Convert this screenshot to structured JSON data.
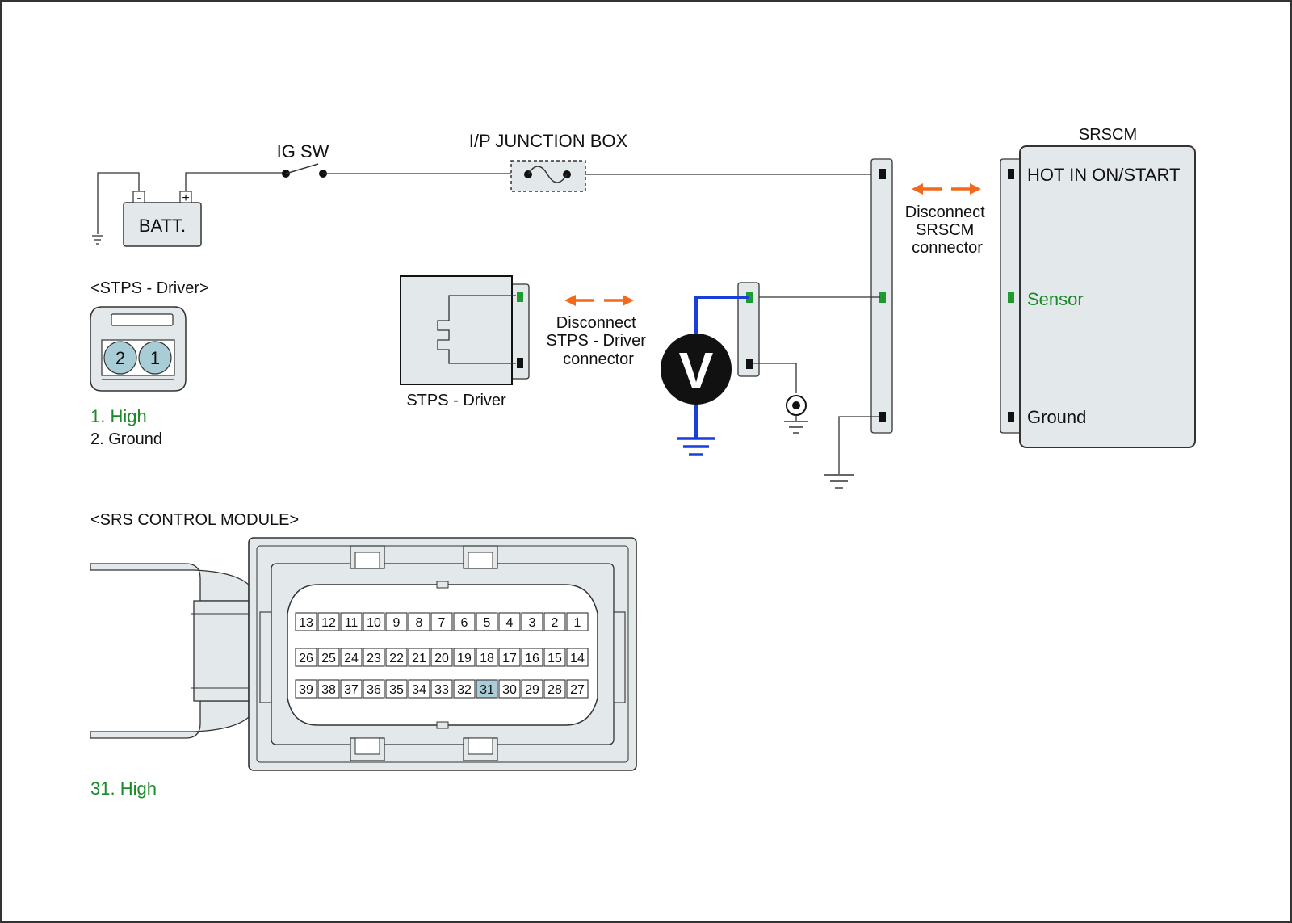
{
  "labels": {
    "ig_sw": "IG SW",
    "junction_box": "I/P JUNCTION BOX",
    "batt": "BATT.",
    "batt_minus": "-",
    "batt_plus": "+",
    "srscm": "SRSCM",
    "disconnect_srscm": [
      "Disconnect",
      "SRSCM",
      "connector"
    ],
    "disconnect_stps": [
      "Disconnect",
      "STPS - Driver",
      "connector"
    ],
    "stps_driver": "STPS - Driver",
    "voltmeter": "V"
  },
  "srscm_terminals": {
    "hot": "HOT IN ON/START",
    "sensor": "Sensor",
    "ground": "Ground"
  },
  "stps_connector": {
    "title": "<STPS - Driver>",
    "pins": [
      "2",
      "1"
    ],
    "legend": [
      "1. High",
      "2. Ground"
    ]
  },
  "srs_module": {
    "title": "<SRS CONTROL MODULE>",
    "rows": [
      [
        "13",
        "12",
        "11",
        "10",
        "9",
        "8",
        "7",
        "6",
        "5",
        "4",
        "3",
        "2",
        "1"
      ],
      [
        "26",
        "25",
        "24",
        "23",
        "22",
        "21",
        "20",
        "19",
        "18",
        "17",
        "16",
        "15",
        "14"
      ],
      [
        "39",
        "38",
        "37",
        "36",
        "35",
        "34",
        "33",
        "32",
        "31",
        "30",
        "29",
        "28",
        "27"
      ]
    ],
    "highlight_pin": "31",
    "legend": "31. High"
  },
  "colors": {
    "highlight_text": "#1a8a2a",
    "pin_green": "#1e9a2e",
    "probe_blue": "#1a3fd8",
    "arrow_orange": "#ef6a1c",
    "fill_panel": "#e3e8ea",
    "pin_highlight": "#a9cdd6"
  }
}
